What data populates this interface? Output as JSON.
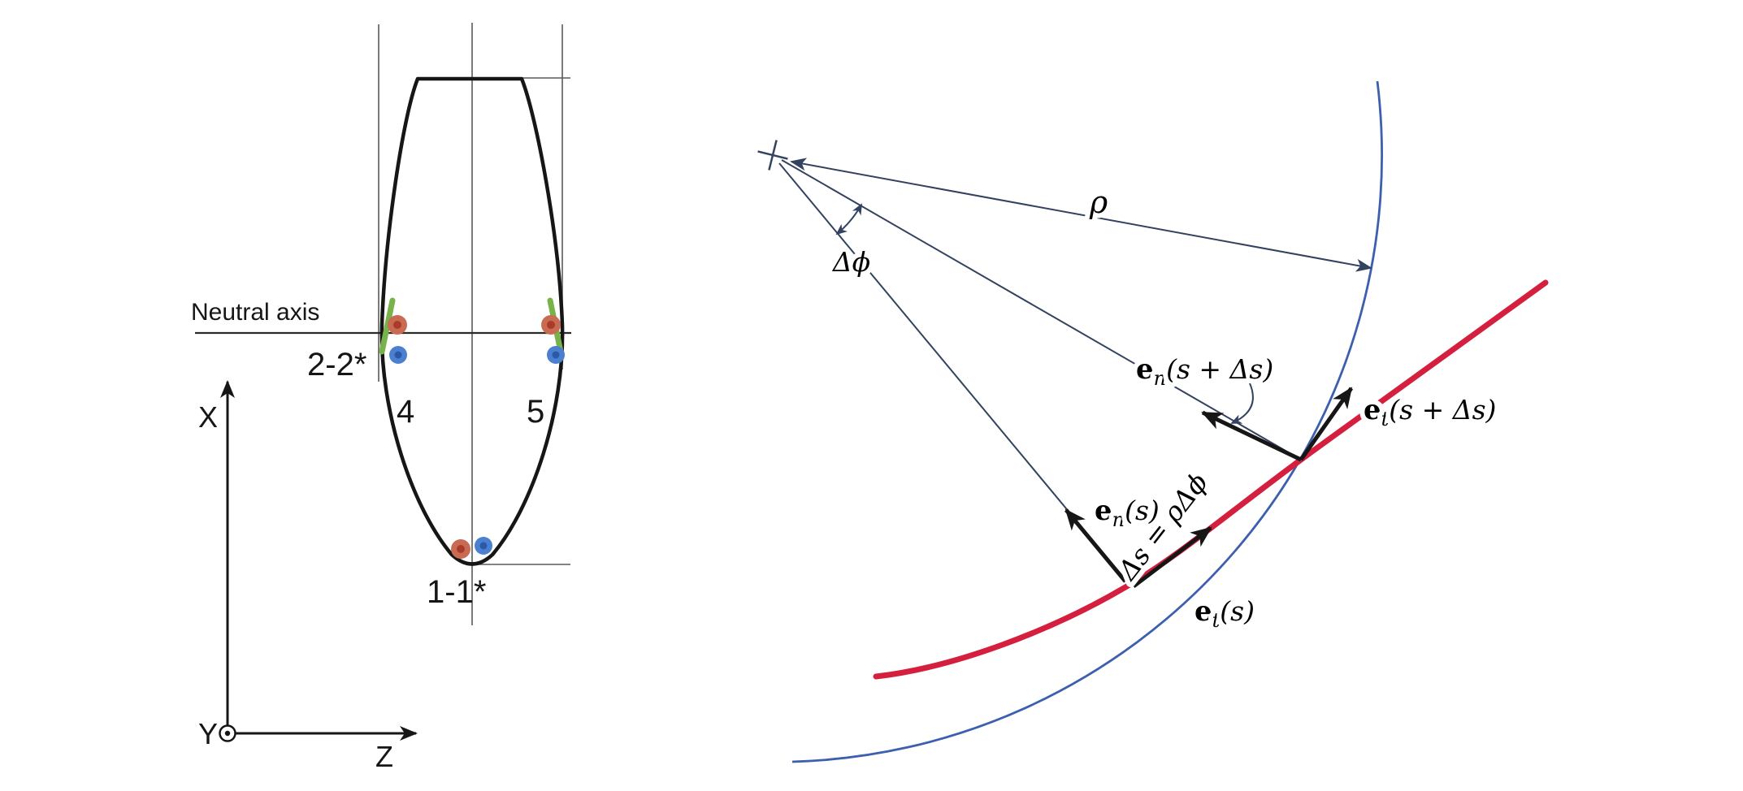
{
  "colors": {
    "ink": "#161616",
    "thin_line": "#33425e",
    "dot_orange": "#c96a52",
    "dot_orange_core": "#a83c28",
    "dot_blue": "#4b80d0",
    "dot_blue_core": "#2a59a8",
    "mark_green": "#78b24a",
    "curve_red": "#d41f3f",
    "curve_blue": "#3c5fae"
  },
  "left": {
    "neutral_axis_label": "Neutral axis",
    "section_2_label": "2-2*",
    "strand_4_label": "4",
    "strand_5_label": "5",
    "section_1_label": "1-1*",
    "axis_x_label": "X",
    "axis_y_label": "Y",
    "axis_z_label": "Z"
  },
  "right": {
    "rho_label": "ρ",
    "dphi_label": "Δϕ",
    "arc_length_label": "Δs = ρΔϕ",
    "en_next": {
      "base": "e",
      "sub": "n",
      "arg": "(s + Δs)"
    },
    "et_next": {
      "base": "e",
      "sub": "t",
      "arg": "(s + Δs)"
    },
    "en_s": {
      "base": "e",
      "sub": "n",
      "arg": "(s)"
    },
    "et_s": {
      "base": "e",
      "sub": "t",
      "arg": "(s)"
    }
  }
}
